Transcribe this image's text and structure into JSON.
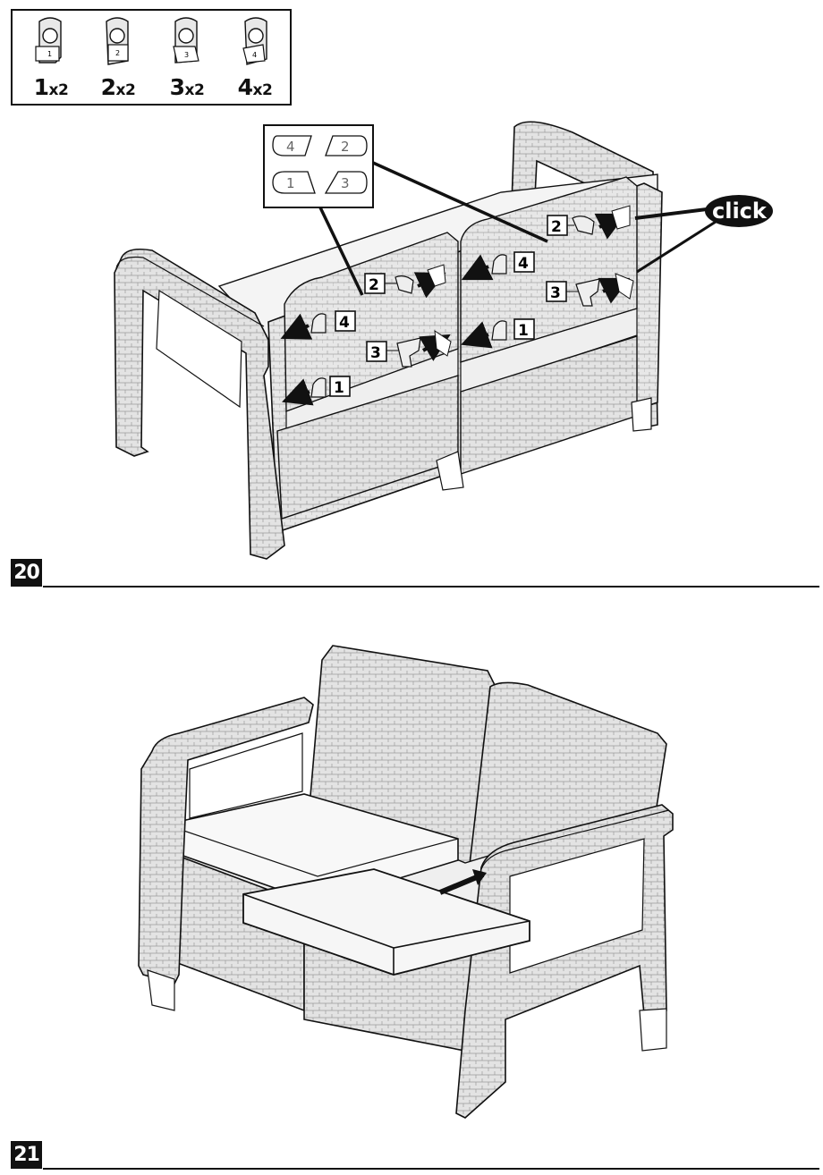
{
  "parts_legend": [
    {
      "number": "1",
      "qty": "x2",
      "icon": "clip-part-1-icon"
    },
    {
      "number": "2",
      "qty": "x2",
      "icon": "clip-part-2-icon"
    },
    {
      "number": "3",
      "qty": "x2",
      "icon": "clip-part-3-icon"
    },
    {
      "number": "4",
      "qty": "x2",
      "icon": "clip-part-4-icon"
    }
  ],
  "step20": {
    "number": "20",
    "insert_labels": {
      "top_left": "4",
      "top_right": "2",
      "bottom_left": "1",
      "bottom_right": "3"
    },
    "callouts": {
      "left_seat": [
        "2",
        "4",
        "3",
        "1"
      ],
      "right_seat": [
        "2",
        "4",
        "3",
        "1"
      ]
    },
    "click_label": "click"
  },
  "step21": {
    "number": "21"
  },
  "colors": {
    "ink": "#111111",
    "paper": "#ffffff",
    "wicker": "#d8d8d8",
    "cushion": "#f6f6f6"
  }
}
